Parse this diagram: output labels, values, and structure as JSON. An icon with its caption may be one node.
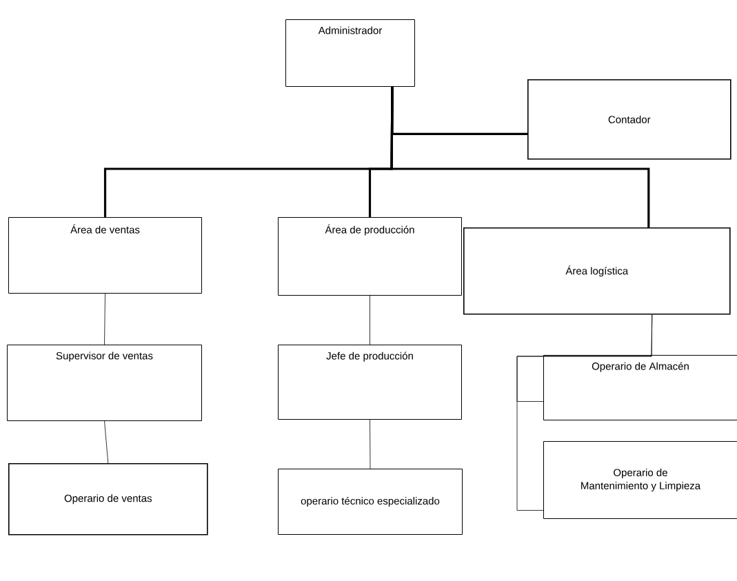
{
  "diagram": {
    "nodes": [
      {
        "text": [
          "Administrador"
        ]
      },
      {
        "text": [
          "Contador"
        ]
      },
      {
        "text": [
          "Área de ventas"
        ]
      },
      {
        "text": [
          "Área de producción"
        ]
      },
      {
        "text": [
          "Área logística"
        ]
      },
      {
        "text": [
          "Supervisor de ventas"
        ]
      },
      {
        "text": [
          "Jefe de producción"
        ]
      },
      {
        "text": [
          "Operario de Almacén"
        ]
      },
      {
        "text": [
          "Operario de Mantenimiento y Limpieza"
        ]
      },
      {
        "text": [
          "Operario de ventas"
        ]
      },
      {
        "text": [
          "operario técnico especializado"
        ]
      }
    ],
    "edges": [
      {
        "from": 0,
        "to": 1,
        "arrow": "none",
        "style": "thick"
      },
      {
        "from": 0,
        "to": 2,
        "arrow": "none",
        "style": "thick"
      },
      {
        "from": 0,
        "to": 3,
        "arrow": "none",
        "style": "thick"
      },
      {
        "from": 0,
        "to": 4,
        "arrow": "none",
        "style": "thick"
      },
      {
        "from": 2,
        "to": 5,
        "arrow": "none"
      },
      {
        "from": 3,
        "to": 6,
        "arrow": "none"
      },
      {
        "from": 4,
        "to": 7,
        "arrow": "none"
      },
      {
        "from": 4,
        "to": 8,
        "arrow": "none"
      },
      {
        "from": 5,
        "to": 9,
        "arrow": "none"
      },
      {
        "from": 6,
        "to": 10,
        "arrow": "none"
      }
    ]
  }
}
